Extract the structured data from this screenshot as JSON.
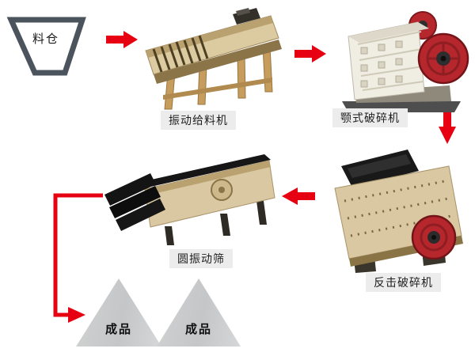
{
  "diagram": {
    "kind": "stone-crushing production line flow diagram",
    "colors": {
      "background": "#ffffff",
      "arrow_red": "#e60012",
      "label_bg": "#ececec",
      "machine_beige": "#d9c8a2",
      "machine_dark": "#191919",
      "flywheel_red": "#b5272c",
      "triangle_gray": "#c9cbcd",
      "hopper_outline": "#4b545c"
    },
    "nodes": {
      "hopper": {
        "label": "料仓"
      },
      "feeder": {
        "label": "振动给料机"
      },
      "jaw_crusher": {
        "label": "颚式破碎机"
      },
      "impact_crusher": {
        "label": "反击破碎机"
      },
      "vibrating_screen": {
        "label": "圆振动筛"
      },
      "product_left": {
        "label": "成品"
      },
      "product_right": {
        "label": "成品"
      }
    },
    "flow_order": [
      "料仓",
      "振动给料机",
      "颚式破碎机",
      "反击破碎机",
      "圆振动筛",
      "成品"
    ]
  }
}
